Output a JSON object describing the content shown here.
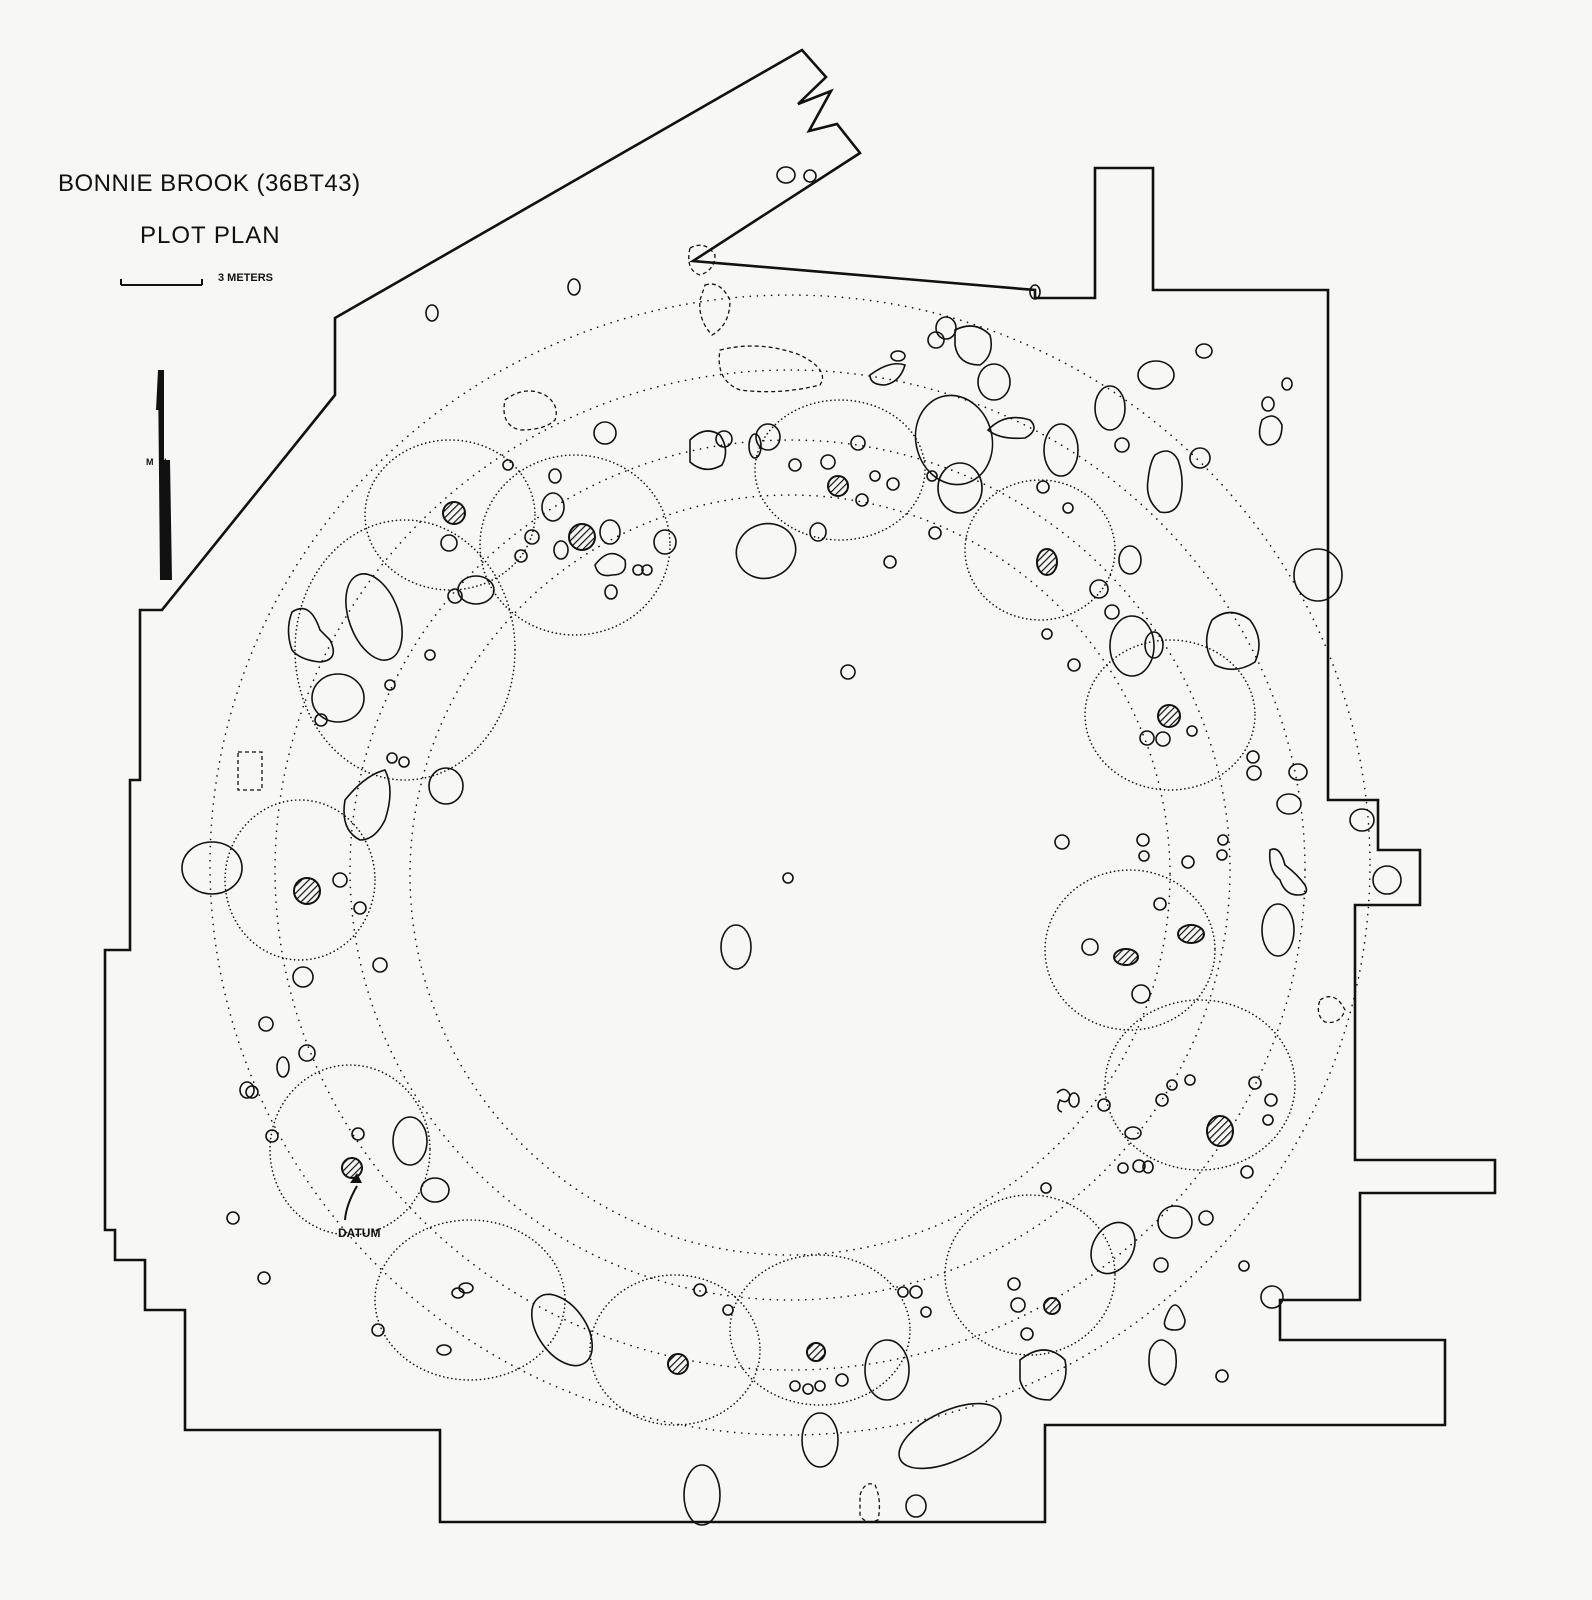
{
  "header": {
    "title": "BONNIE BROOK (36BT43)",
    "subtitle": "PLOT PLAN"
  },
  "scale_bar": {
    "label": "3 METERS"
  },
  "north_arrow": {
    "label": "M N"
  },
  "annotations": {
    "datum": "DATUM"
  },
  "colors": {
    "ink": "#111111",
    "paper": "#f7f7f5"
  }
}
